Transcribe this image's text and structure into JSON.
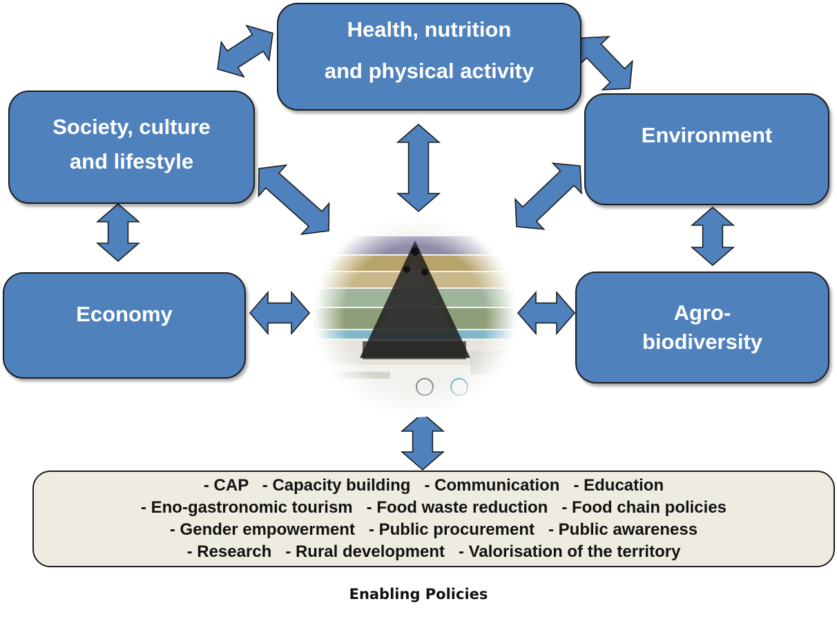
{
  "nodes": {
    "health": {
      "line1": "Health, nutrition",
      "line2": "and physical activity"
    },
    "society": {
      "line1": "Society, culture",
      "line2": "and lifestyle"
    },
    "environment": {
      "label": "Environment"
    },
    "economy": {
      "label": "Economy"
    },
    "agro": {
      "line1": "Agro-",
      "line2": "biodiversity"
    }
  },
  "center_image": {
    "description": "Mediterranean diet pyramid",
    "icon": "food-pyramid-icon"
  },
  "policies": {
    "lines": [
      "- CAP   - Capacity building   - Communication   - Education",
      "- Eno-gastronomic tourism   - Food waste reduction   - Food chain policies",
      "- Gender empowerment   - Public procurement   - Public awareness",
      "- Research   - Rural development   - Valorisation of the territory"
    ],
    "title": "Enabling Policies"
  },
  "colors": {
    "node_fill": "#4f81bd",
    "node_border": "#1c1c1c",
    "policies_fill": "#eeece1",
    "text_white": "#ffffff"
  }
}
